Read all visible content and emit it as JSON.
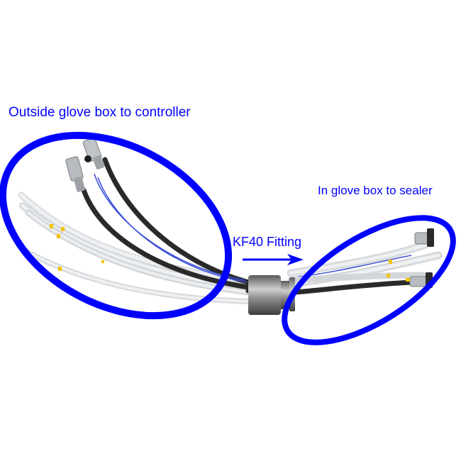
{
  "annotations": {
    "outside_label": "Outside glove box to controller",
    "inside_label": "In glove box to sealer",
    "fitting_label": "KF40 Fitting"
  },
  "colors": {
    "annotation_blue": "#0000ff",
    "tube_translucent": "#e6e8ea",
    "cable_black": "#2a2a2a",
    "wire_blue": "#3a4fd8",
    "fitting_steel": "#8e8e8e",
    "marker_yellow": "#f2c400",
    "background": "#ffffff"
  },
  "photo": {
    "subject": "Cable and tubing feedthrough bundle with KF40 fitting",
    "regions": [
      {
        "name": "outside-glove-box-bundle",
        "annotation": "Outside glove box to controller"
      },
      {
        "name": "kf40-fitting",
        "annotation": "KF40 Fitting"
      },
      {
        "name": "inside-glove-box-bundle",
        "annotation": "In glove box to sealer"
      }
    ]
  }
}
